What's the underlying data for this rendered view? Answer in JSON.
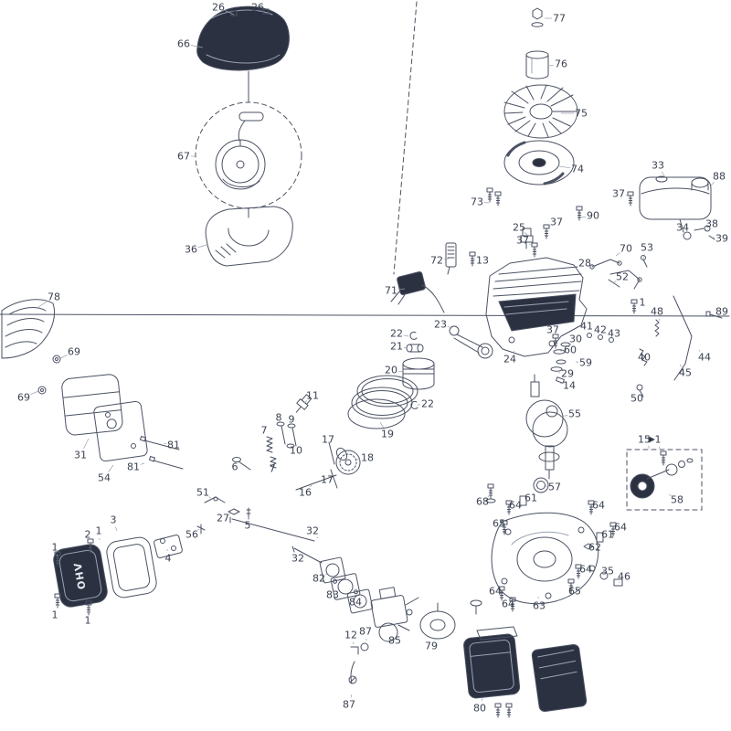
{
  "theme": {
    "background": "#ffffff",
    "line": "#4b5263",
    "dark": "#2b3140",
    "hl": "#9aa4b5",
    "leader": "#98a0ae",
    "label": "#3a4150"
  },
  "diagram": {
    "name": "engine-exploded-parts-diagram",
    "ohv_label": "OHV",
    "callouts": [
      [
        26,
        239,
        8,
        256,
        16
      ],
      [
        26,
        282,
        8,
        291,
        14
      ],
      [
        66,
        201,
        48,
        222,
        52
      ],
      [
        77,
        612,
        20,
        596,
        20
      ],
      [
        76,
        614,
        70,
        601,
        72
      ],
      [
        75,
        636,
        124,
        614,
        124
      ],
      [
        74,
        632,
        185,
        612,
        182
      ],
      [
        33,
        720,
        181,
        728,
        194
      ],
      [
        88,
        787,
        193,
        778,
        203
      ],
      [
        37,
        677,
        212,
        690,
        215
      ],
      [
        73,
        522,
        221,
        535,
        222
      ],
      [
        90,
        649,
        236,
        636,
        238
      ],
      [
        34,
        747,
        249,
        750,
        240
      ],
      [
        38,
        779,
        245,
        772,
        252
      ],
      [
        39,
        790,
        261,
        780,
        260
      ],
      [
        25,
        568,
        249,
        577,
        257
      ],
      [
        37,
        609,
        243,
        600,
        249
      ],
      [
        37,
        572,
        263,
        581,
        268
      ],
      [
        67,
        201,
        171,
        214,
        171
      ],
      [
        36,
        209,
        273,
        226,
        268
      ],
      [
        70,
        685,
        272,
        674,
        280
      ],
      [
        53,
        708,
        271,
        704,
        283
      ],
      [
        28,
        640,
        288,
        652,
        292
      ],
      [
        72,
        478,
        285,
        491,
        283
      ],
      [
        13,
        528,
        285,
        519,
        284
      ],
      [
        52,
        681,
        303,
        672,
        309
      ],
      [
        1,
        703,
        331,
        696,
        334
      ],
      [
        71,
        428,
        318,
        443,
        316
      ],
      [
        48,
        719,
        341,
        722,
        351
      ],
      [
        89,
        790,
        341,
        783,
        346
      ],
      [
        78,
        59,
        325,
        42,
        336
      ],
      [
        23,
        482,
        355,
        495,
        359
      ],
      [
        22,
        434,
        365,
        447,
        368
      ],
      [
        21,
        434,
        379,
        446,
        381
      ],
      [
        37,
        605,
        361,
        608,
        369
      ],
      [
        41,
        642,
        357,
        645,
        366
      ],
      [
        42,
        657,
        361,
        658,
        368
      ],
      [
        43,
        672,
        365,
        670,
        372
      ],
      [
        30,
        630,
        371,
        622,
        377
      ],
      [
        60,
        624,
        383,
        613,
        384
      ],
      [
        40,
        705,
        391,
        711,
        388
      ],
      [
        44,
        771,
        391,
        765,
        383
      ],
      [
        69,
        81,
        385,
        66,
        392
      ],
      [
        24,
        558,
        393,
        563,
        384
      ],
      [
        59,
        641,
        397,
        630,
        396
      ],
      [
        45,
        750,
        408,
        744,
        399
      ],
      [
        20,
        428,
        405,
        441,
        407
      ],
      [
        29,
        621,
        409,
        611,
        407
      ],
      [
        14,
        623,
        422,
        613,
        419
      ],
      [
        50,
        697,
        436,
        700,
        427
      ],
      [
        69,
        26,
        435,
        42,
        428
      ],
      [
        11,
        342,
        433,
        333,
        441
      ],
      [
        55,
        629,
        453,
        613,
        456
      ],
      [
        22,
        468,
        442,
        457,
        443
      ],
      [
        19,
        424,
        475,
        416,
        462
      ],
      [
        8,
        305,
        457,
        309,
        465
      ],
      [
        9,
        319,
        459,
        321,
        467
      ],
      [
        7,
        289,
        471,
        293,
        479
      ],
      [
        10,
        324,
        493,
        319,
        487
      ],
      [
        31,
        88,
        498,
        97,
        480
      ],
      [
        81,
        190,
        487,
        179,
        485
      ],
      [
        17,
        359,
        481,
        362,
        489
      ],
      [
        18,
        402,
        501,
        390,
        503
      ],
      [
        15,
        705,
        481,
        711,
        491
      ],
      [
        1,
        720,
        481,
        722,
        491
      ],
      [
        54,
        114,
        523,
        124,
        509
      ],
      [
        81,
        146,
        511,
        158,
        507
      ],
      [
        6,
        257,
        511,
        264,
        507
      ],
      [
        7,
        298,
        513,
        298,
        505
      ],
      [
        17,
        358,
        525,
        363,
        517
      ],
      [
        58,
        741,
        547,
        732,
        541
      ],
      [
        16,
        334,
        539,
        341,
        531
      ],
      [
        57,
        607,
        533,
        597,
        532
      ],
      [
        68,
        528,
        549,
        537,
        541
      ],
      [
        61,
        581,
        545,
        573,
        549
      ],
      [
        64,
        564,
        553,
        557,
        557
      ],
      [
        51,
        222,
        539,
        232,
        546
      ],
      [
        64,
        655,
        553,
        647,
        557
      ],
      [
        27,
        244,
        567,
        252,
        562
      ],
      [
        5,
        271,
        575,
        272,
        566
      ],
      [
        65,
        546,
        573,
        552,
        577
      ],
      [
        64,
        679,
        577,
        671,
        581
      ],
      [
        56,
        210,
        585,
        218,
        579
      ],
      [
        2,
        96,
        585,
        99,
        595
      ],
      [
        1,
        108,
        581,
        109,
        591
      ],
      [
        3,
        124,
        569,
        128,
        581
      ],
      [
        61,
        665,
        585,
        657,
        589
      ],
      [
        62,
        651,
        599,
        644,
        601
      ],
      [
        32,
        342,
        581,
        348,
        589
      ],
      [
        4,
        184,
        611,
        183,
        601
      ],
      [
        1,
        60,
        599,
        63,
        609
      ],
      [
        32,
        326,
        611,
        334,
        615
      ],
      [
        64,
        641,
        623,
        633,
        627
      ],
      [
        35,
        665,
        625,
        661,
        632
      ],
      [
        46,
        683,
        631,
        677,
        638
      ],
      [
        82,
        349,
        633,
        358,
        628
      ],
      [
        83,
        364,
        651,
        372,
        645
      ],
      [
        65,
        629,
        647,
        625,
        641
      ],
      [
        84,
        389,
        659,
        396,
        653
      ],
      [
        64,
        542,
        647,
        549,
        651
      ],
      [
        64,
        556,
        661,
        561,
        662
      ],
      [
        63,
        590,
        663,
        589,
        653
      ],
      [
        1,
        60,
        673,
        63,
        663
      ],
      [
        1,
        96,
        679,
        97,
        669
      ],
      [
        12,
        384,
        695,
        387,
        705
      ],
      [
        87,
        400,
        691,
        401,
        701
      ],
      [
        85,
        432,
        701,
        436,
        693
      ],
      [
        79,
        472,
        707,
        477,
        699
      ],
      [
        87,
        382,
        771,
        385,
        760
      ],
      [
        80,
        525,
        775,
        528,
        764
      ]
    ]
  }
}
